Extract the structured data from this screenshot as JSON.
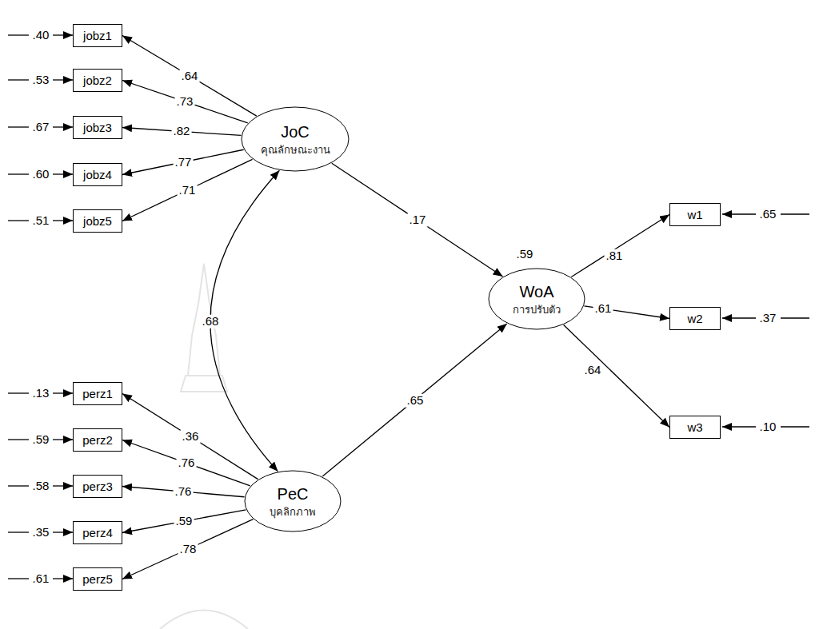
{
  "diagram": {
    "nodes": [
      {
        "text": [
          "jobz1"
        ]
      },
      {
        "text": [
          "jobz2"
        ]
      },
      {
        "text": [
          "jobz3"
        ]
      },
      {
        "text": [
          "jobz4"
        ]
      },
      {
        "text": [
          "jobz5"
        ]
      },
      {
        "text": [
          "JoC",
          "คุณลักษณะงาน"
        ]
      },
      {
        "text": [
          "WoA",
          "การปรับตัว"
        ]
      },
      {
        "text": [
          "w1"
        ]
      },
      {
        "text": [
          "w2"
        ]
      },
      {
        "text": [
          "w3"
        ]
      },
      {
        "text": [
          "PeC",
          "บุคลิกภาพ"
        ]
      },
      {
        "text": [
          "perz1"
        ]
      },
      {
        "text": [
          "perz2"
        ]
      },
      {
        "text": [
          "perz3"
        ]
      },
      {
        "text": [
          "perz4"
        ]
      },
      {
        "text": [
          "perz5"
        ]
      }
    ],
    "edges": [
      {
        "from": 5,
        "to": 0,
        "label": ".64",
        "arrow": "to"
      },
      {
        "from": 5,
        "to": 1,
        "label": ".73",
        "arrow": "to"
      },
      {
        "from": 5,
        "to": 2,
        "label": ".82",
        "arrow": "to"
      },
      {
        "from": 5,
        "to": 3,
        "label": ".77",
        "arrow": "to"
      },
      {
        "from": 5,
        "to": 4,
        "label": ".71",
        "arrow": "to"
      },
      {
        "from": 5,
        "to": 10,
        "label": ".68",
        "arrow": "both"
      },
      {
        "from": 5,
        "to": 6,
        "label": ".17",
        "arrow": "to"
      },
      {
        "from": 10,
        "to": 6,
        "label": ".65",
        "arrow": "to"
      },
      {
        "from": 6,
        "to": 7,
        "label": ".81",
        "arrow": "to"
      },
      {
        "from": 6,
        "to": 8,
        "label": ".61",
        "arrow": "to"
      },
      {
        "from": 6,
        "to": 9,
        "label": ".64",
        "arrow": "to"
      },
      {
        "from": 10,
        "to": 11,
        "label": ".36",
        "arrow": "to"
      },
      {
        "from": 10,
        "to": 12,
        "label": ".76",
        "arrow": "to"
      },
      {
        "from": 10,
        "to": 13,
        "label": ".76",
        "arrow": "to"
      },
      {
        "from": 10,
        "to": 14,
        "label": ".59",
        "arrow": "to"
      },
      {
        "from": 10,
        "to": 15,
        "label": ".78",
        "arrow": "to"
      }
    ],
    "labels": [
      ".40",
      ".53",
      ".67",
      ".60",
      ".51",
      ".59",
      ".65",
      ".37",
      ".10",
      ".13",
      ".59",
      ".58",
      ".35",
      ".61"
    ]
  }
}
